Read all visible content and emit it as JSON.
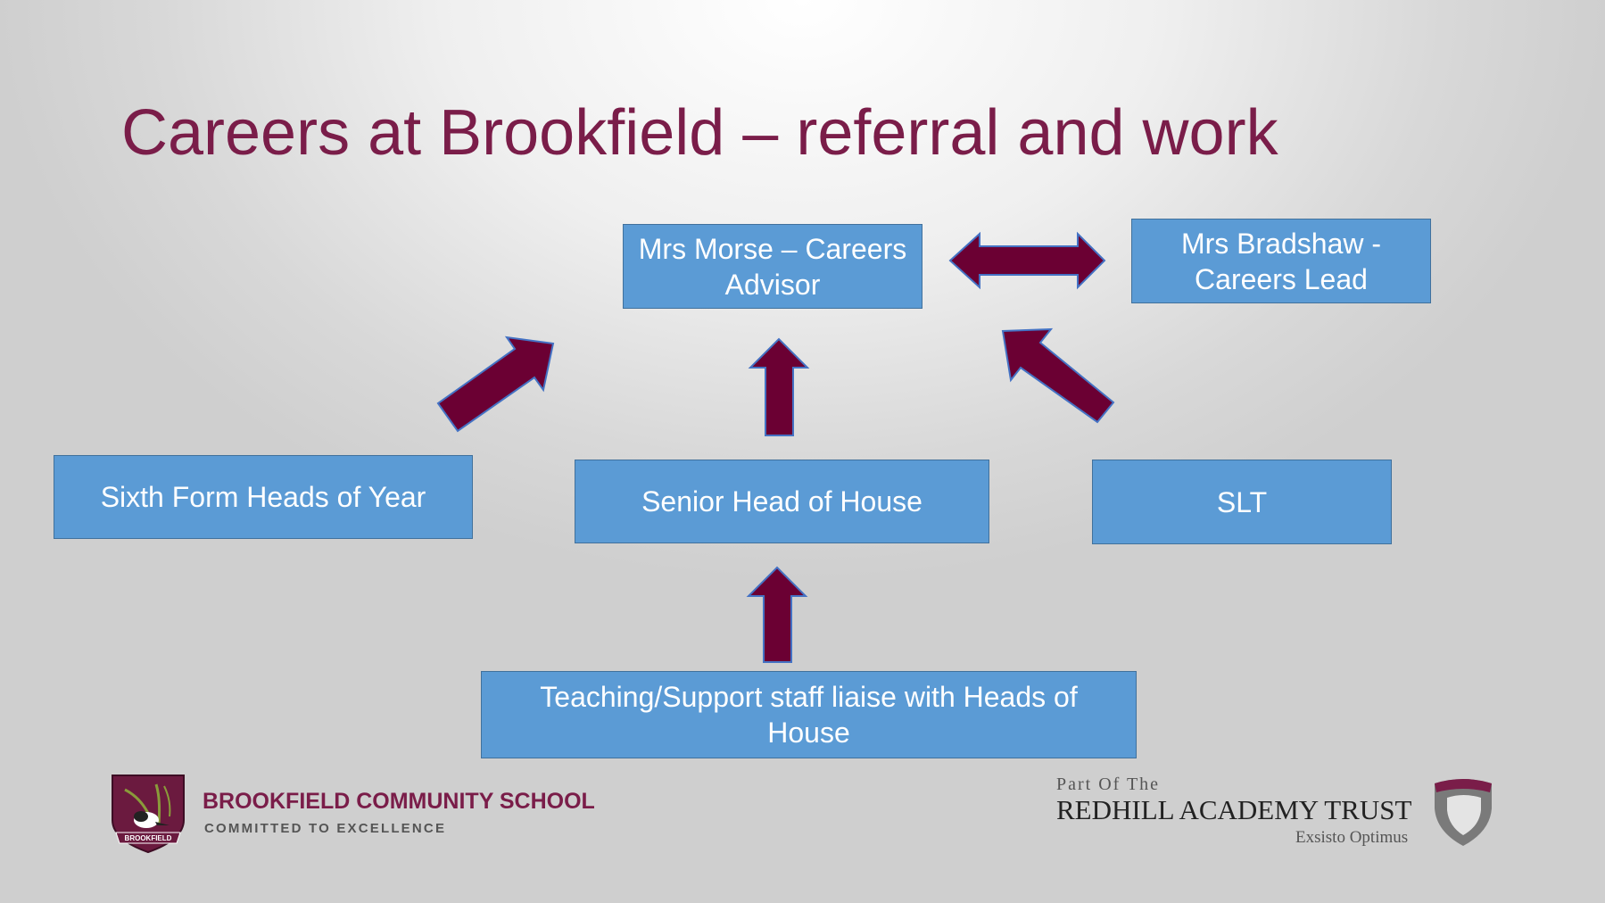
{
  "slide": {
    "title": "Careers at Brookfield – referral and work"
  },
  "nodes": {
    "careers_advisor": "Mrs Morse – Careers Advisor",
    "careers_lead": "Mrs Bradshaw - Careers Lead",
    "sixth_form": "Sixth Form Heads of Year",
    "senior_head": "Senior Head of House",
    "slt": "SLT",
    "teaching_staff": "Teaching/Support staff liaise with Heads of House"
  },
  "edges": [
    {
      "from": "careers_advisor",
      "to": "careers_lead",
      "type": "bidirectional"
    },
    {
      "from": "sixth_form",
      "to": "careers_advisor",
      "type": "directed"
    },
    {
      "from": "senior_head",
      "to": "careers_advisor",
      "type": "directed"
    },
    {
      "from": "slt",
      "to": "careers_advisor",
      "type": "directed"
    },
    {
      "from": "teaching_staff",
      "to": "senior_head",
      "type": "directed"
    }
  ],
  "footer": {
    "school_name": "BROOKFIELD COMMUNITY SCHOOL",
    "school_tagline": "COMMITTED TO EXCELLENCE",
    "school_crest_text": "BROOKFIELD",
    "trust_prefix": "Part Of The",
    "trust_name": "REDHILL ACADEMY TRUST",
    "trust_motto": "Exsisto Optimus"
  },
  "colors": {
    "accent": "#7a1d49",
    "arrow_fill": "#6b0033",
    "arrow_stroke": "#4472c4",
    "box_fill": "#5b9bd5",
    "box_border": "#41719c"
  }
}
